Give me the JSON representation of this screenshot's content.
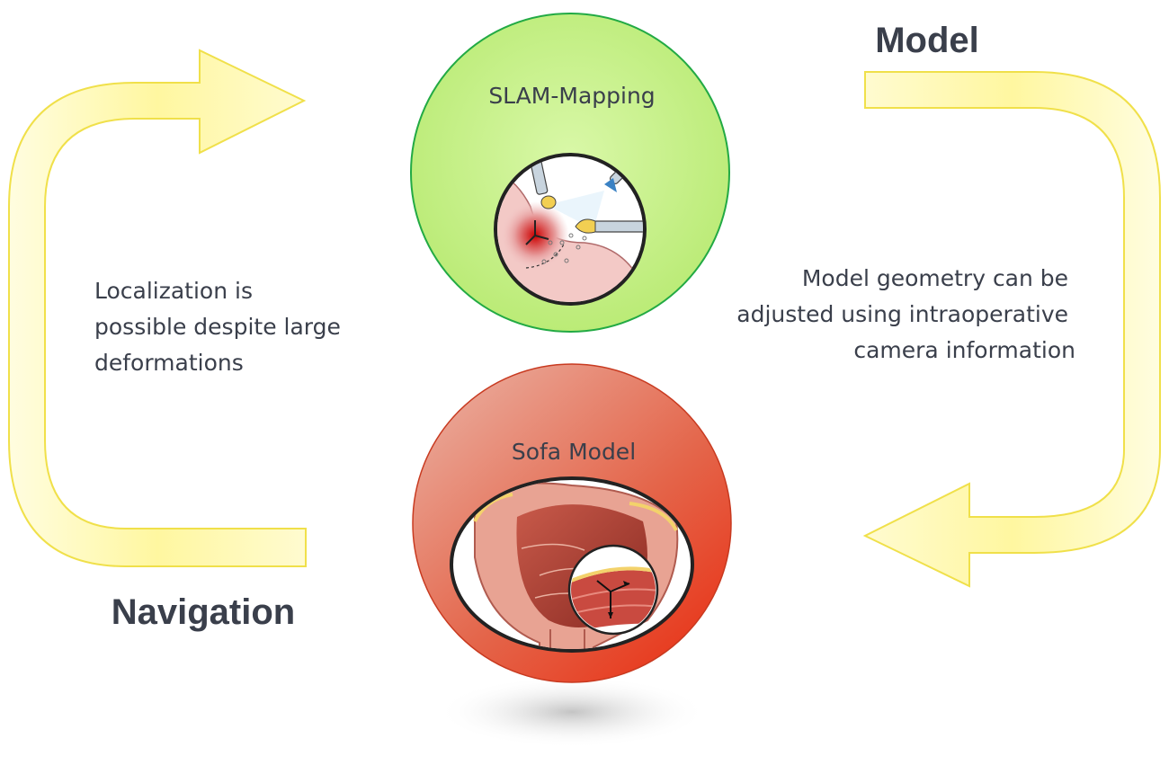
{
  "headings": {
    "model": "Model",
    "navigation": "Navigation"
  },
  "captions": {
    "left": [
      "Localization is",
      "possible despite large",
      "deformations"
    ],
    "right": [
      "Model geometry can be",
      "adjusted using intraoperative",
      "camera information"
    ]
  },
  "nodes": {
    "slam": {
      "title": "SLAM-Mapping"
    },
    "sofa": {
      "title": "Sofa Model"
    }
  },
  "colors": {
    "arrow_fill": "#fff9a6",
    "arrow_stroke": "#f0e04a",
    "slam_circle": "#c8f08a",
    "slam_stroke": "#22aa44",
    "sofa_circle_light": "#e88a75",
    "sofa_circle_dark": "#e83a20",
    "heading_text": "#3a3f4b"
  }
}
